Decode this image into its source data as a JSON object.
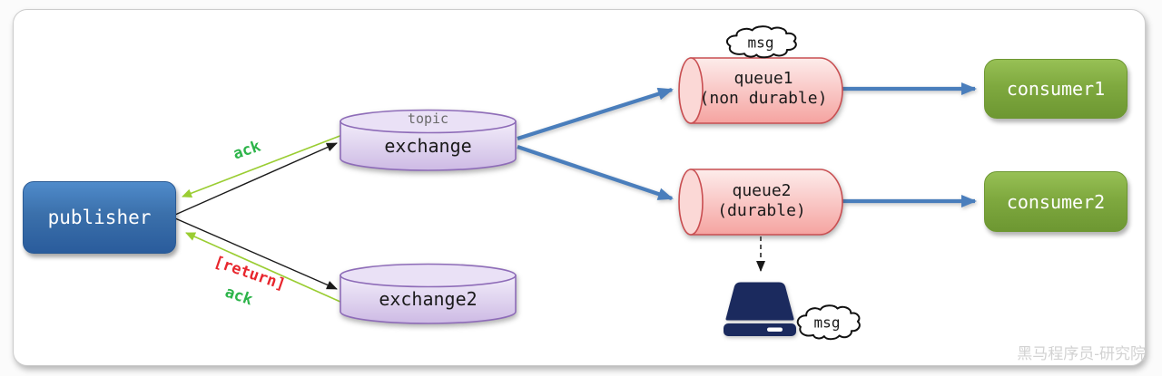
{
  "watermark": "黑马程序员-研究院",
  "nodes": {
    "publisher": {
      "label": "publisher",
      "fill": "#3b70ab"
    },
    "exchange": {
      "badge": "topic",
      "label": "exchange",
      "fill": "#e3d7f3",
      "border": "#8e6cb8"
    },
    "exchange2": {
      "label": "exchange2",
      "fill": "#e3d7f3",
      "border": "#8e6cb8"
    },
    "queue1": {
      "name": "queue1",
      "qualifier": "(non durable)",
      "fill": "#f9c2c0",
      "border": "#c94f52"
    },
    "queue2": {
      "name": "queue2",
      "qualifier": "(durable)",
      "fill": "#f9c2c0",
      "border": "#c94f52"
    },
    "consumer1": {
      "label": "consumer1",
      "fill": "#7fa93f"
    },
    "consumer2": {
      "label": "consumer2",
      "fill": "#7fa93f"
    },
    "msg_cloud_queue": {
      "label": "msg"
    },
    "msg_cloud_disk": {
      "label": "msg"
    },
    "disk": {
      "icon": "hard-disk",
      "color": "#1b2a5e"
    }
  },
  "edge_labels": {
    "ack_top": {
      "text": "ack",
      "color": "#2db44a"
    },
    "return": {
      "text": "[return]",
      "color": "#e8262d"
    },
    "ack_bottom": {
      "text": "ack",
      "color": "#2db44a"
    }
  },
  "colors": {
    "flow_arrow": "#4a7ebc",
    "ack_line": "#9acd32",
    "plain_arrow": "#1a1a1a"
  }
}
